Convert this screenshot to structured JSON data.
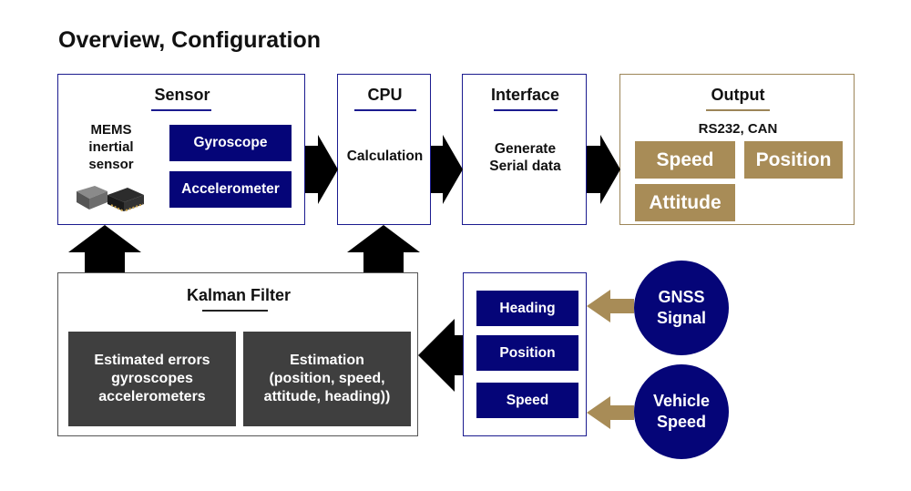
{
  "title": "Overview, Configuration",
  "sensor": {
    "header": "Sensor",
    "mems_label": "MEMS\ninertial\nsensor",
    "gyroscope": "Gyroscope",
    "accelerometer": "Accelerometer"
  },
  "cpu": {
    "header": "CPU",
    "body": "Calculation"
  },
  "interface": {
    "header": "Interface",
    "body": "Generate\nSerial data"
  },
  "output": {
    "header": "Output",
    "subtitle": "RS232, CAN",
    "items": [
      "Speed",
      "Position",
      "Attitude"
    ]
  },
  "kalman": {
    "header": "Kalman Filter",
    "errors": "Estimated errors\ngyroscopes\naccelerometers",
    "estimation": "Estimation\n(position, speed,\nattitude, heading))"
  },
  "inputs": {
    "items": [
      "Heading",
      "Position",
      "Speed"
    ]
  },
  "sources": {
    "gnss": "GNSS\nSignal",
    "vehicle": "Vehicle\nSpeed"
  },
  "colors": {
    "navy": "#050578",
    "gold": "#a88c57",
    "dark": "#3f3f3f",
    "black": "#000000"
  }
}
